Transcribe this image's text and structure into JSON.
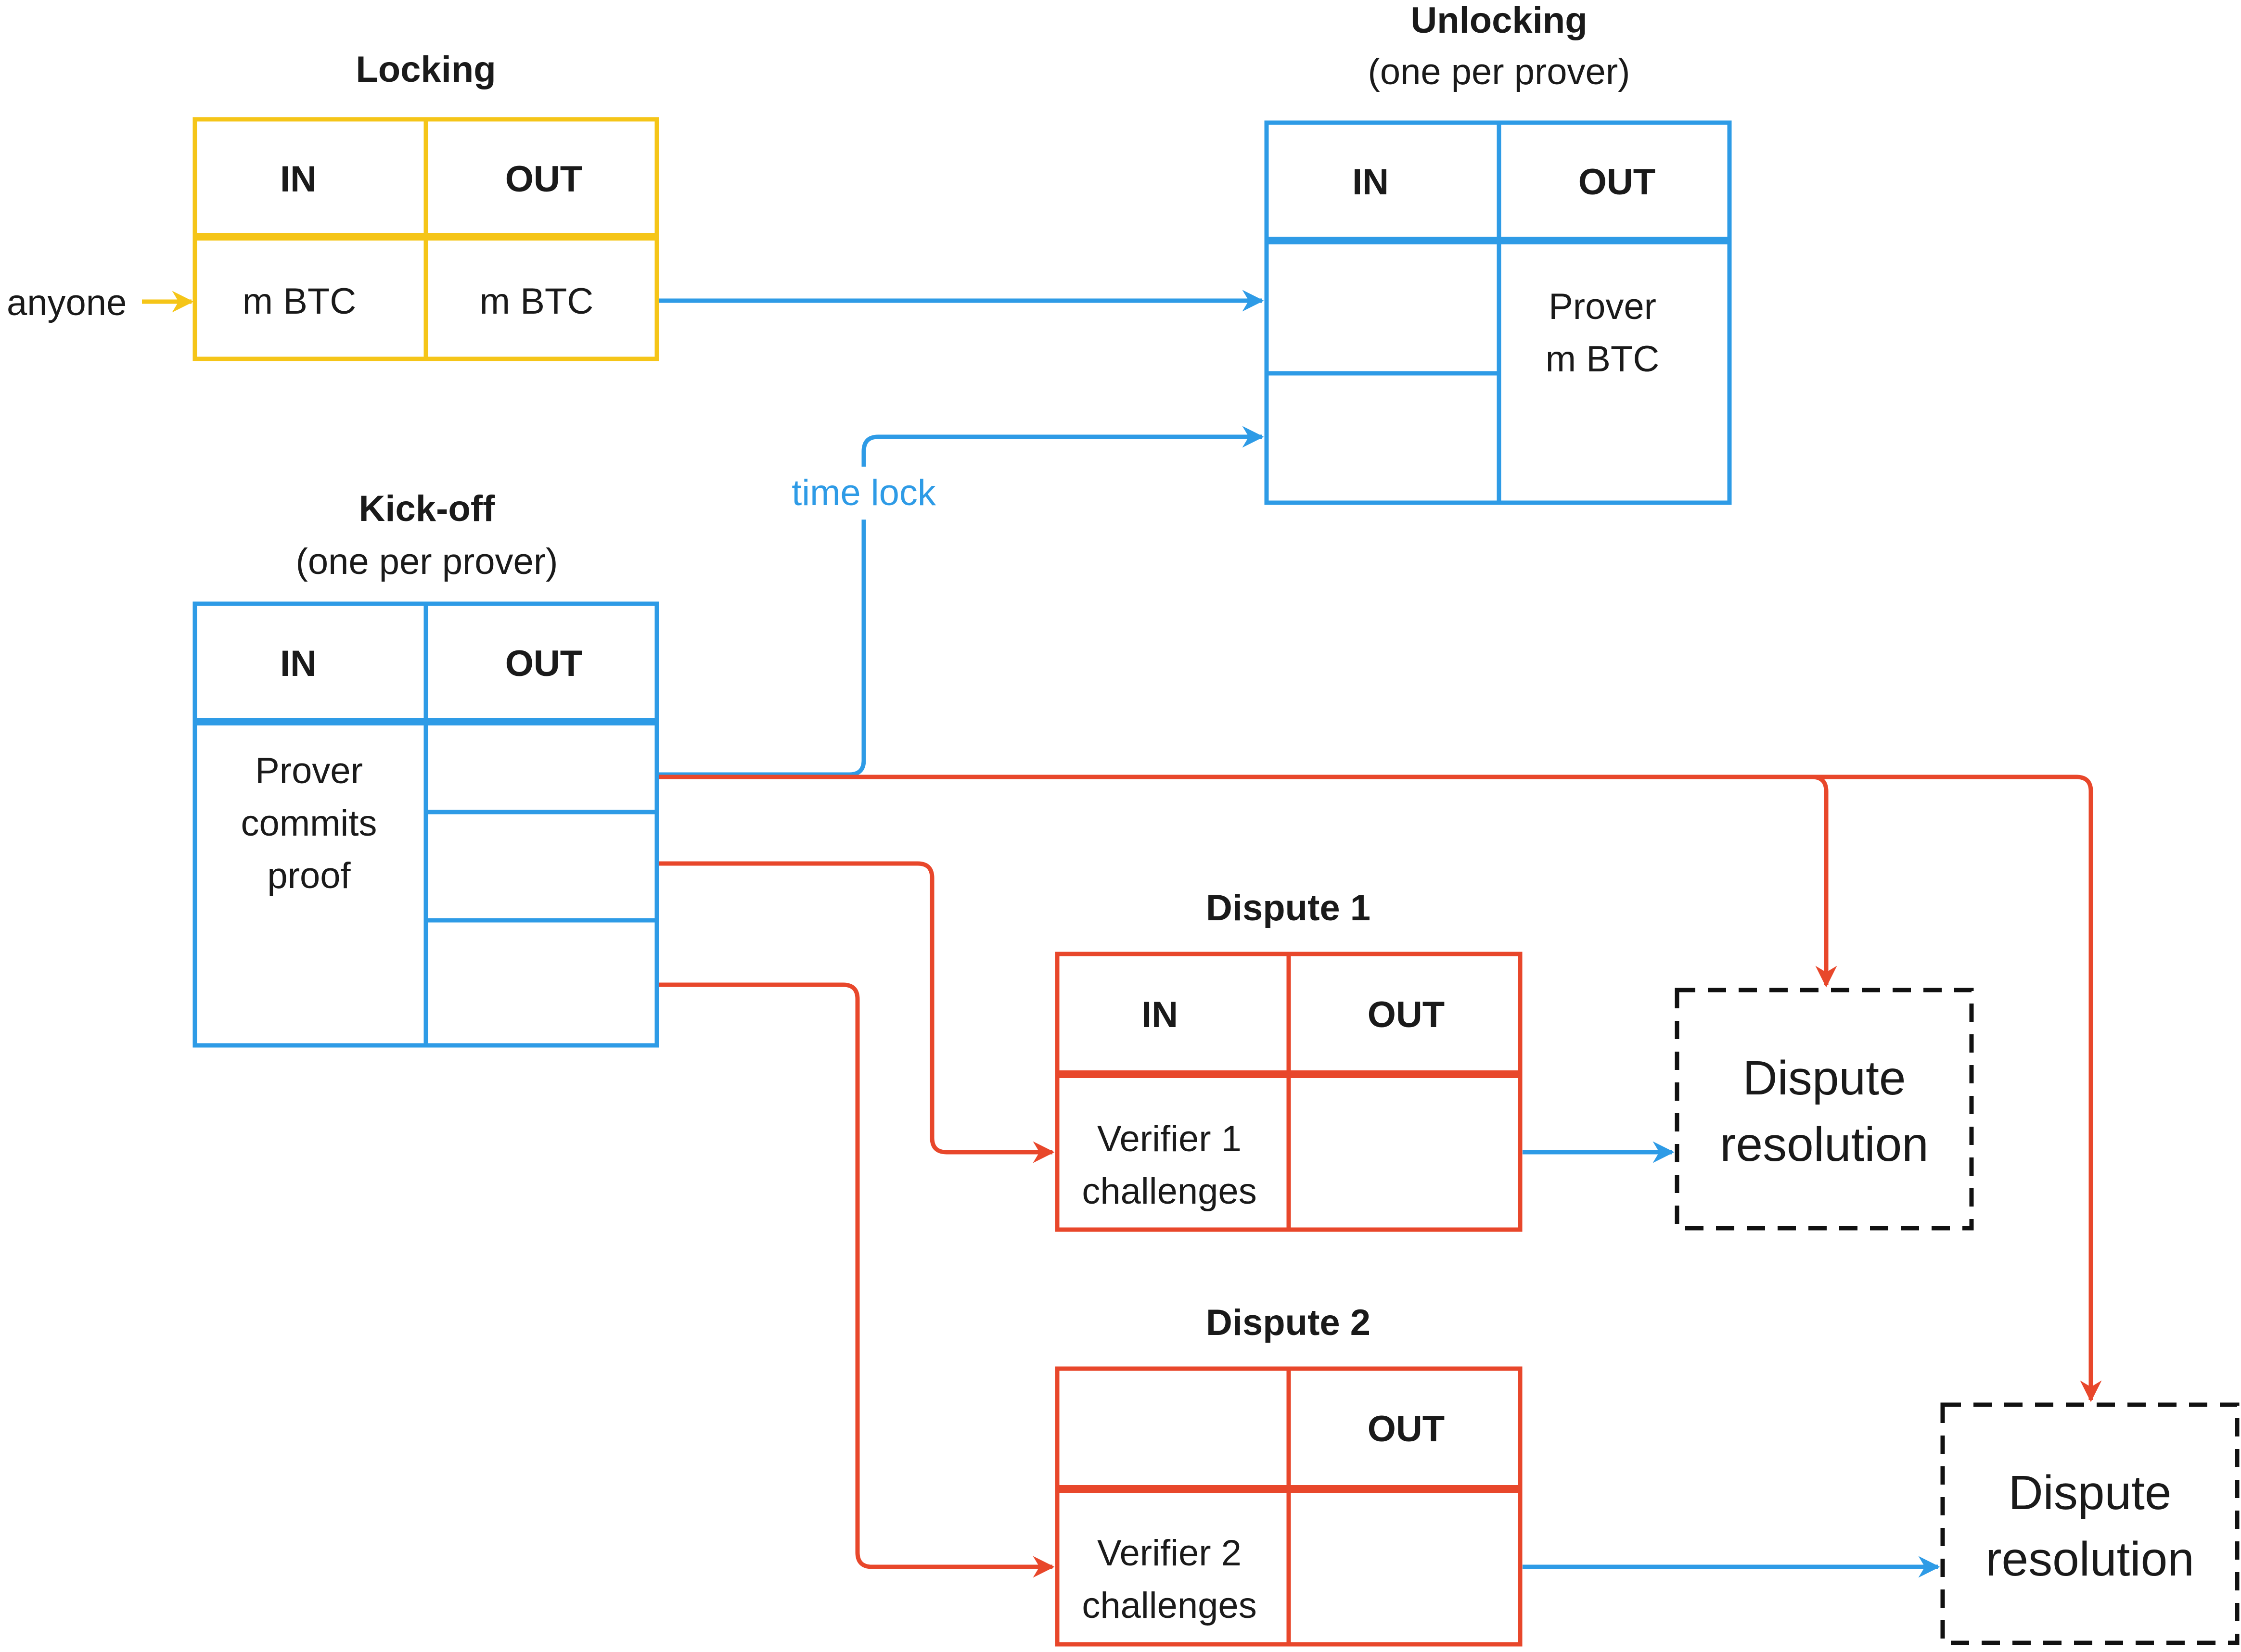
{
  "colors": {
    "yellow": "#F5C518",
    "blue": "#2E9BE6",
    "red": "#E8472B",
    "text": "#1a1a1a",
    "dashed": "#111111"
  },
  "locking": {
    "title": "Locking",
    "in_header": "IN",
    "out_header": "OUT",
    "in_value": "m BTC",
    "out_value": "m BTC"
  },
  "anyone_label": "anyone",
  "unlocking": {
    "title": "Unlocking",
    "subtitle": "(one per prover)",
    "in_header": "IN",
    "out_header": "OUT",
    "out_line1": "Prover",
    "out_line2": "m BTC"
  },
  "time_lock_label": "time lock",
  "kickoff": {
    "title": "Kick-off",
    "subtitle": "(one per prover)",
    "in_header": "IN",
    "out_header": "OUT",
    "in_line1": "Prover",
    "in_line2": "commits",
    "in_line3": "proof"
  },
  "dispute1": {
    "title": "Dispute 1",
    "in_header": "IN",
    "out_header": "OUT",
    "in_line1": "Verifier 1",
    "in_line2": "challenges"
  },
  "dispute2": {
    "title": "Dispute 2",
    "out_header": "OUT",
    "in_line1": "Verifier 2",
    "in_line2": "challenges"
  },
  "resolution1": {
    "line1": "Dispute",
    "line2": "resolution"
  },
  "resolution2": {
    "line1": "Dispute",
    "line2": "resolution"
  }
}
